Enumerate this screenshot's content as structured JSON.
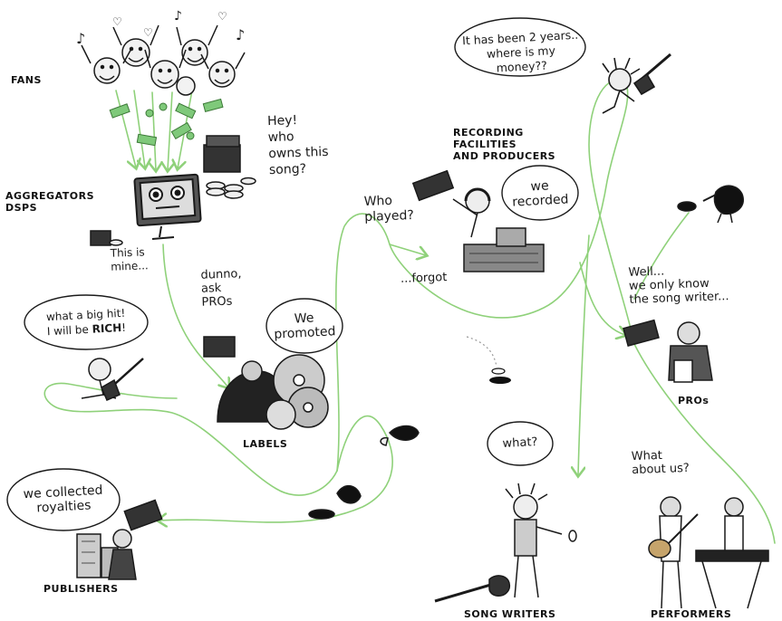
{
  "labels": {
    "fans": "FANS",
    "aggregators": "AGGREGATORS\nDSPS",
    "recording": "RECORDING\nFACILITIES\nAND PRODUCERS",
    "labels": "LABELS",
    "publishers": "PUBLISHERS",
    "pros": "PROs",
    "song_writers": "SONG WRITERS",
    "performers": "PERFORMERS"
  },
  "speech": {
    "hey_who_owns": "Hey!\nwho\nowns this\nsong?",
    "this_is_mine": "This is\nmine...",
    "two_years": "It has been 2 years..\nwhere is my money??",
    "who_played": "Who\nplayed?",
    "we_recorded": "we\nrecorded",
    "forgot": "...forgot",
    "dunno": "dunno,\nask\nPROs",
    "we_promoted": "We\npromoted",
    "big_hit_prefix": "what a big hit!\nI will be ",
    "big_hit_rich": "RICH",
    "big_hit_suffix": "!",
    "well_songwriter": "Well...\nwe only know\nthe song writer...",
    "collected": "we collected\nroyalties",
    "what": "what?",
    "what_about_us": "What\nabout us?"
  },
  "colors": {
    "path_green": "#8fd17a",
    "ink": "#1a1a1a",
    "money_green": "#7fc97a",
    "grey_fill": "#d9d9d9"
  }
}
